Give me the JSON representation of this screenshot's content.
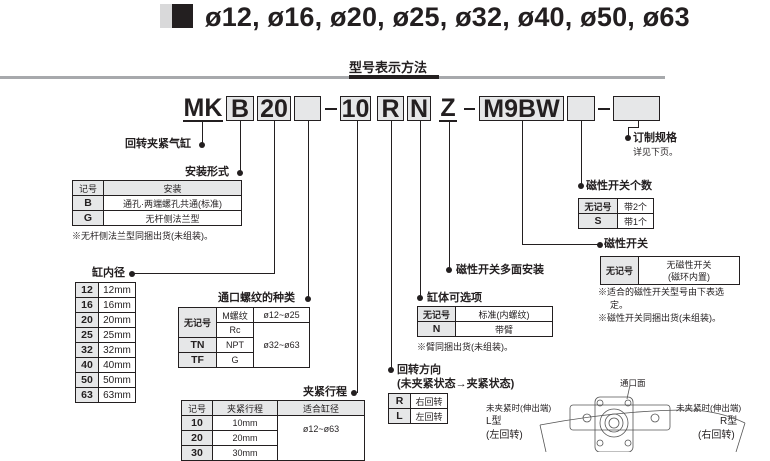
{
  "title": "ø12, ø16, ø20, ø25, ø32, ø40, ø50, ø63",
  "heading": "型号表示方法",
  "model_code": {
    "series": "MK",
    "mount": "B",
    "bore": "20",
    "port": "",
    "stroke": "10",
    "direction": "R",
    "option": "N",
    "multi": "Z",
    "switch": "M9BW",
    "switch_count": "",
    "custom": "",
    "dash": "-"
  },
  "series_label": "回转夹紧气缸",
  "mounting": {
    "label": "安装形式",
    "header": [
      "记号",
      "安装"
    ],
    "rows": [
      [
        "B",
        "通孔·两端螺孔共通(标准)"
      ],
      [
        "G",
        "无杆侧法兰型"
      ]
    ],
    "note": "※无杆侧法兰型同捆出货(未组装)。"
  },
  "bore": {
    "label": "缸内径",
    "rows": [
      [
        "12",
        "12mm"
      ],
      [
        "16",
        "16mm"
      ],
      [
        "20",
        "20mm"
      ],
      [
        "25",
        "25mm"
      ],
      [
        "32",
        "32mm"
      ],
      [
        "40",
        "40mm"
      ],
      [
        "50",
        "50mm"
      ],
      [
        "63",
        "63mm"
      ]
    ]
  },
  "port": {
    "label": "通口螺纹的种类",
    "rows": [
      [
        "无记号",
        "M螺纹",
        "ø12~ø25"
      ],
      [
        "",
        "Rc",
        "ø32~ø63"
      ],
      [
        "TN",
        "NPT",
        ""
      ],
      [
        "TF",
        "G",
        ""
      ]
    ]
  },
  "stroke": {
    "label": "夹紧行程",
    "header": [
      "记号",
      "夹紧行程",
      "适合缸径"
    ],
    "rows": [
      [
        "10",
        "10mm",
        "ø12~ø63"
      ],
      [
        "20",
        "20mm",
        ""
      ],
      [
        "30",
        "30mm",
        ""
      ]
    ]
  },
  "direction": {
    "label": "回转方向",
    "sublabel": "(未夹紧状态→夹紧状态)",
    "rows": [
      [
        "R",
        "右回转"
      ],
      [
        "L",
        "左回转"
      ]
    ]
  },
  "option": {
    "label": "缸体可选项",
    "rows": [
      [
        "无记号",
        "标准(内螺纹)"
      ],
      [
        "N",
        "带臂"
      ]
    ],
    "note": "※臂同捆出货(未组装)。"
  },
  "multi": {
    "label": "磁性开关多面安装"
  },
  "switch": {
    "label": "磁性开关",
    "rows": [
      [
        "无记号",
        "无磁性开关",
        "(磁环内置)"
      ]
    ],
    "notes": [
      "※适合的磁性开关型号由下表选",
      "定。",
      "※磁性开关同捆出货(未组装)。"
    ]
  },
  "switch_count": {
    "label": "磁性开关个数",
    "rows": [
      [
        "无记号",
        "带2个"
      ],
      [
        "S",
        "带1个"
      ]
    ]
  },
  "custom": {
    "label": "订制规格",
    "sub": "详见下页。"
  },
  "diagram": {
    "port_face": "通口面",
    "left": {
      "l1": "未夹紧时(伸出端)",
      "l2": "L型",
      "l3": "(左回转)"
    },
    "right": {
      "l1": "未夹紧时(伸出端)",
      "l2": "R型",
      "l3": "(右回转)"
    }
  }
}
